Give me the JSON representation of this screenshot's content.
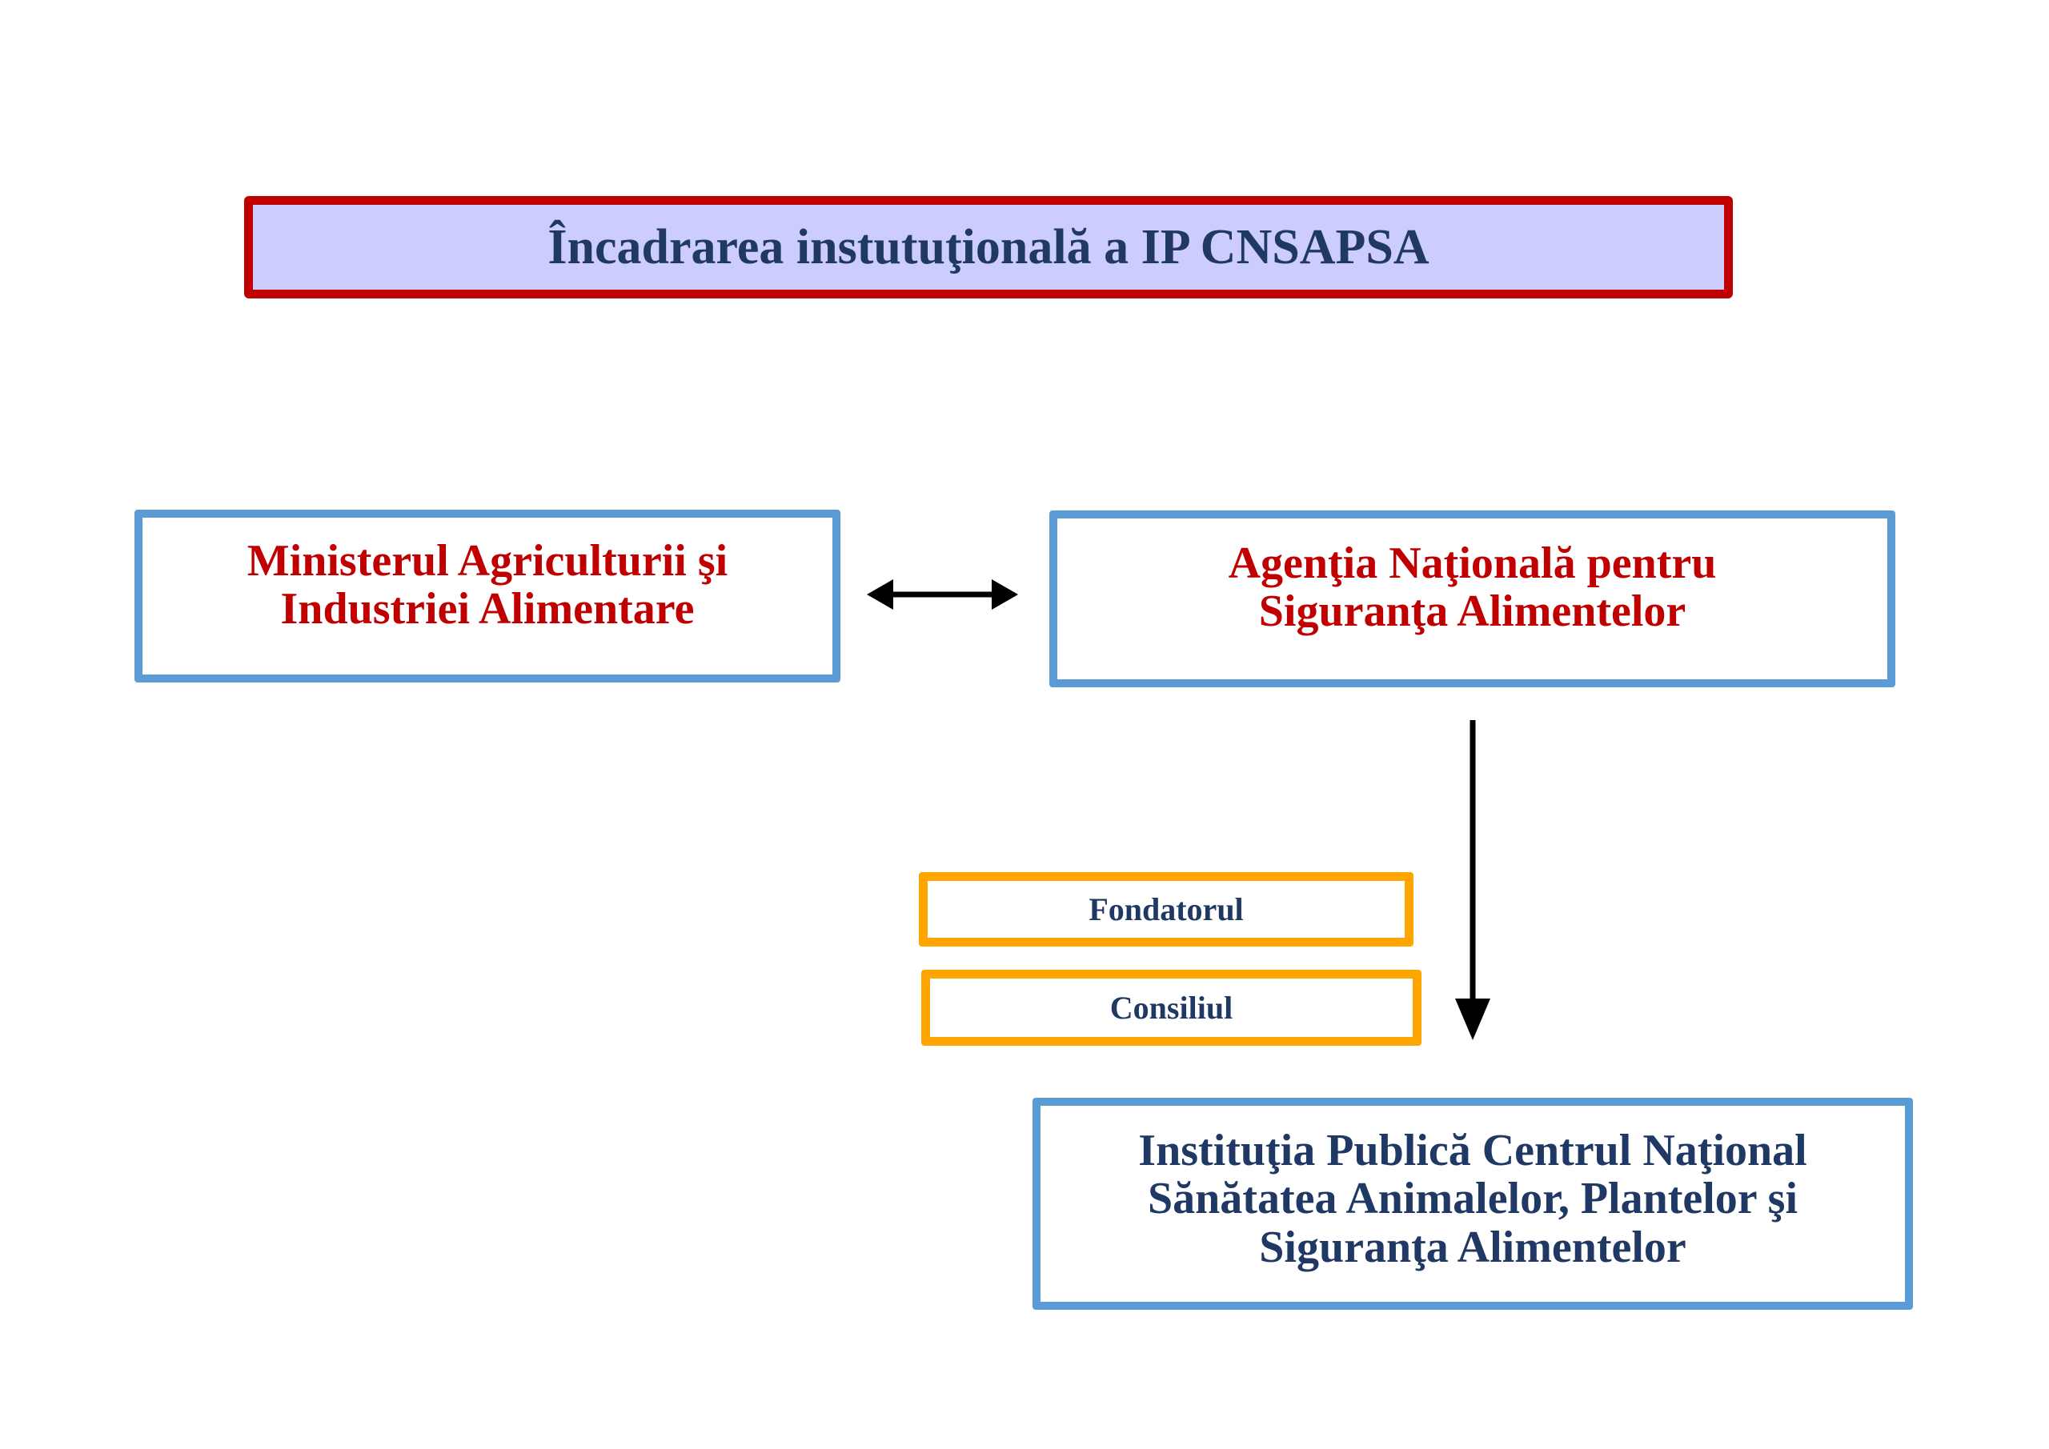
{
  "title": {
    "text": "Încadrarea instutuţională a IP CNSAPSA"
  },
  "nodes": {
    "ministry": {
      "line1": "Ministerul Agriculturii şi",
      "line2": "Industriei Alimentare"
    },
    "agency": {
      "line1": "Agenţia Naţională pentru",
      "line2": "Siguranţa Alimentelor"
    },
    "founder": {
      "label": "Fondatorul"
    },
    "council": {
      "label": "Consiliul"
    },
    "institution": {
      "line1": "Instituţia Publică Centrul Naţional",
      "line2": "Sănătatea Animalelor, Plantelor şi",
      "line3": "Siguranţa Alimentelor"
    }
  },
  "connections": [
    {
      "from": "ministry",
      "to": "agency",
      "type": "bidirectional-horizontal-arrow"
    },
    {
      "from": "agency",
      "to": "institution",
      "type": "downward-arrow"
    }
  ],
  "colors": {
    "title_border": "#c00000",
    "title_fill": "#ccccff",
    "navy_text": "#1f3864",
    "red_text": "#c00000",
    "blue_border": "#5b9bd5",
    "orange_border": "#ffa500",
    "arrow": "#000000",
    "background": "#ffffff"
  }
}
